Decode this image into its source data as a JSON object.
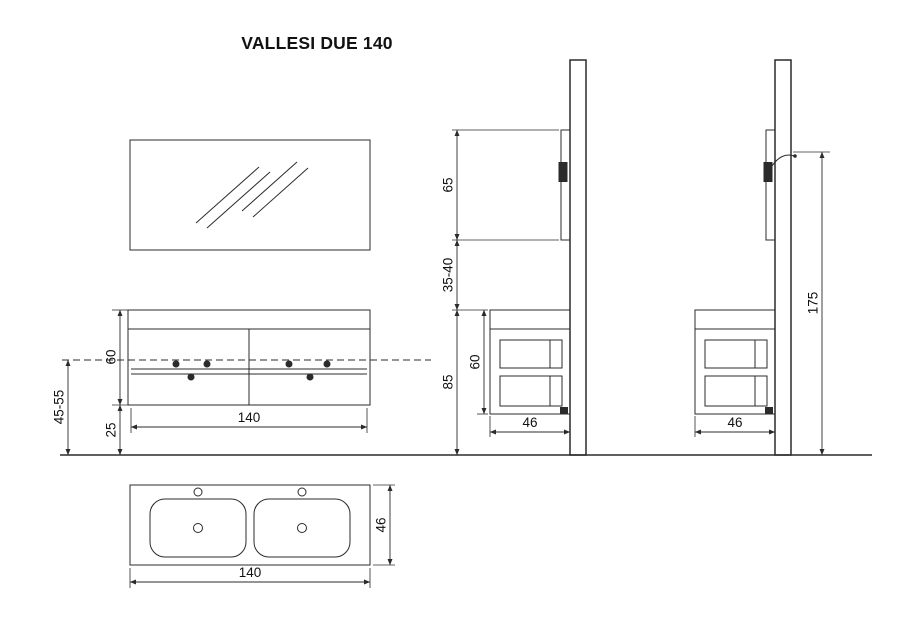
{
  "title": "VALLESI DUE 140",
  "colors": {
    "line": "#2b2b2b",
    "text": "#111111",
    "background": "#ffffff"
  },
  "front_view": {
    "dims": {
      "cabinet_height": "60",
      "bottom_gap": "25",
      "floor_clearance": "45-55",
      "width": "140"
    }
  },
  "side_view_left": {
    "dims": {
      "mirror_height": "65",
      "mirror_to_cabinet": "35-40",
      "floor_to_counter": "85",
      "cabinet_height": "60",
      "depth": "46"
    }
  },
  "side_view_right": {
    "dims": {
      "overall_height": "175",
      "depth": "46"
    }
  },
  "plan_view": {
    "dims": {
      "depth": "46",
      "width": "140"
    }
  }
}
